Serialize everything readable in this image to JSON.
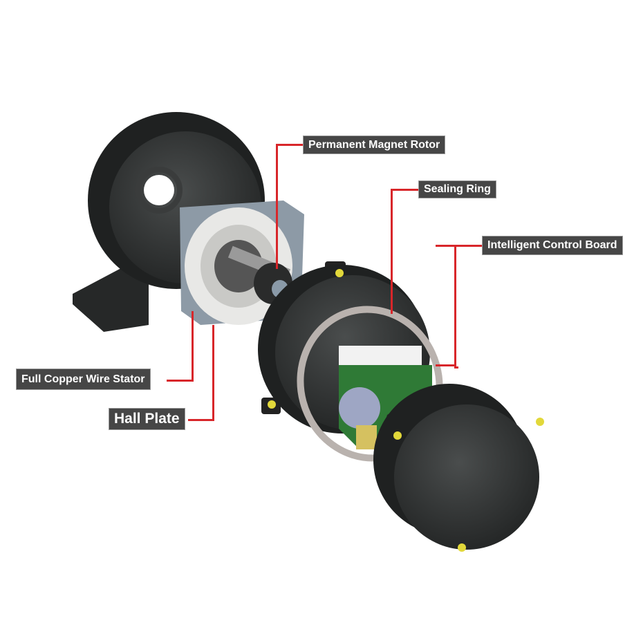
{
  "labels": {
    "rotor": "Permanent Magnet Rotor",
    "sealing_ring": "Sealing Ring",
    "control_board": "Intelligent Control Board",
    "stator": "Full Copper Wire Stator",
    "hall_plate": "Hall Plate"
  },
  "colors": {
    "label_bg": "#464646",
    "leader_line": "#d8262a",
    "housing": "#2e3030",
    "stator_frame": "#8d9aa6",
    "pcb": "#2f7a36",
    "bolt": "#e2d83a"
  }
}
